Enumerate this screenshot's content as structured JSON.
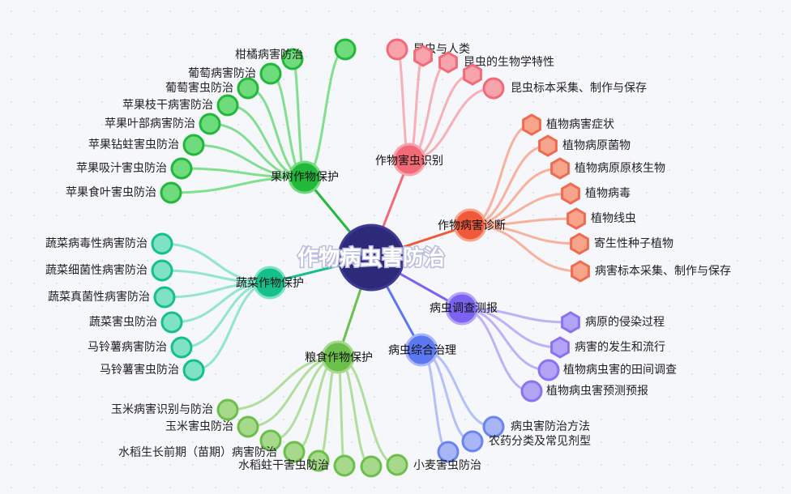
{
  "center": {
    "label": "作物病虫害防治",
    "color": "#2d2a7a"
  },
  "branches": [
    {
      "id": "fruit",
      "label": "果树作物保护",
      "color": "#22b83a",
      "leafColor": "#6edb7c",
      "leafStroke": "#22b83a",
      "shape": "circle",
      "leaves": [
        "柑橘病害防治",
        "",
        "葡萄病害防治",
        "葡萄害虫防治",
        "苹果枝干病害防治",
        "苹果叶部病害防治",
        "苹果钻蛀害虫防治",
        "苹果吸汁害虫防治",
        "苹果食叶害虫防治"
      ]
    },
    {
      "id": "insect",
      "label": "作物害虫识别",
      "color": "#f26a78",
      "leafColor": "#f7a3ac",
      "leafStroke": "#f26a78",
      "shape": "mixed",
      "leaves": [
        "昆虫与人类",
        "",
        "昆虫的生物学特性",
        "",
        "昆虫标本采集、制作与保存"
      ]
    },
    {
      "id": "diag",
      "label": "作物病害诊断",
      "color": "#f05a3a",
      "leafColor": "#f7a48c",
      "leafStroke": "#f06a50",
      "shape": "hex",
      "leaves": [
        "植物病害症状",
        "植物病原菌物",
        "植物病原原核生物",
        "植物病毒",
        "植物线虫",
        "寄生性种子植物",
        "病害标本采集、制作与保存"
      ]
    },
    {
      "id": "veg",
      "label": "蔬菜作物保护",
      "color": "#16c08a",
      "leafColor": "#7fe3c3",
      "leafStroke": "#16c08a",
      "shape": "circle",
      "leaves": [
        "蔬菜病毒性病害防治",
        "蔬菜细菌性病害防治",
        "蔬菜真菌性病害防治",
        "蔬菜害虫防治",
        "马铃薯病害防治",
        "马铃薯害虫防治"
      ]
    },
    {
      "id": "survey",
      "label": "病虫调查测报",
      "color": "#7b62f0",
      "leafColor": "#b3a4f7",
      "leafStroke": "#8a72f2",
      "shape": "mixed2",
      "leaves": [
        "病原的侵染过程",
        "病害的发生和流行",
        "植物病虫害的田间调查",
        "植物病虫害预测预报"
      ]
    },
    {
      "id": "integ",
      "label": "病虫综合治理",
      "color": "#5b78f0",
      "leafColor": "#a8b6f7",
      "leafStroke": "#6a84f0",
      "shape": "circle",
      "leaves": [
        "病虫害防治方法",
        "农药分类及常见剂型",
        ""
      ]
    },
    {
      "id": "grain",
      "label": "粮食作物保护",
      "color": "#6cbf4a",
      "leafColor": "#a6d98c",
      "leafStroke": "#6cbf4a",
      "shape": "circle",
      "leaves": [
        "玉米病害识别与防治",
        "玉米害虫防治",
        "",
        "水稻生长前期（苗期）病害防治",
        "水稻蛀干害虫防治",
        "",
        "",
        "小麦害虫防治"
      ]
    }
  ]
}
